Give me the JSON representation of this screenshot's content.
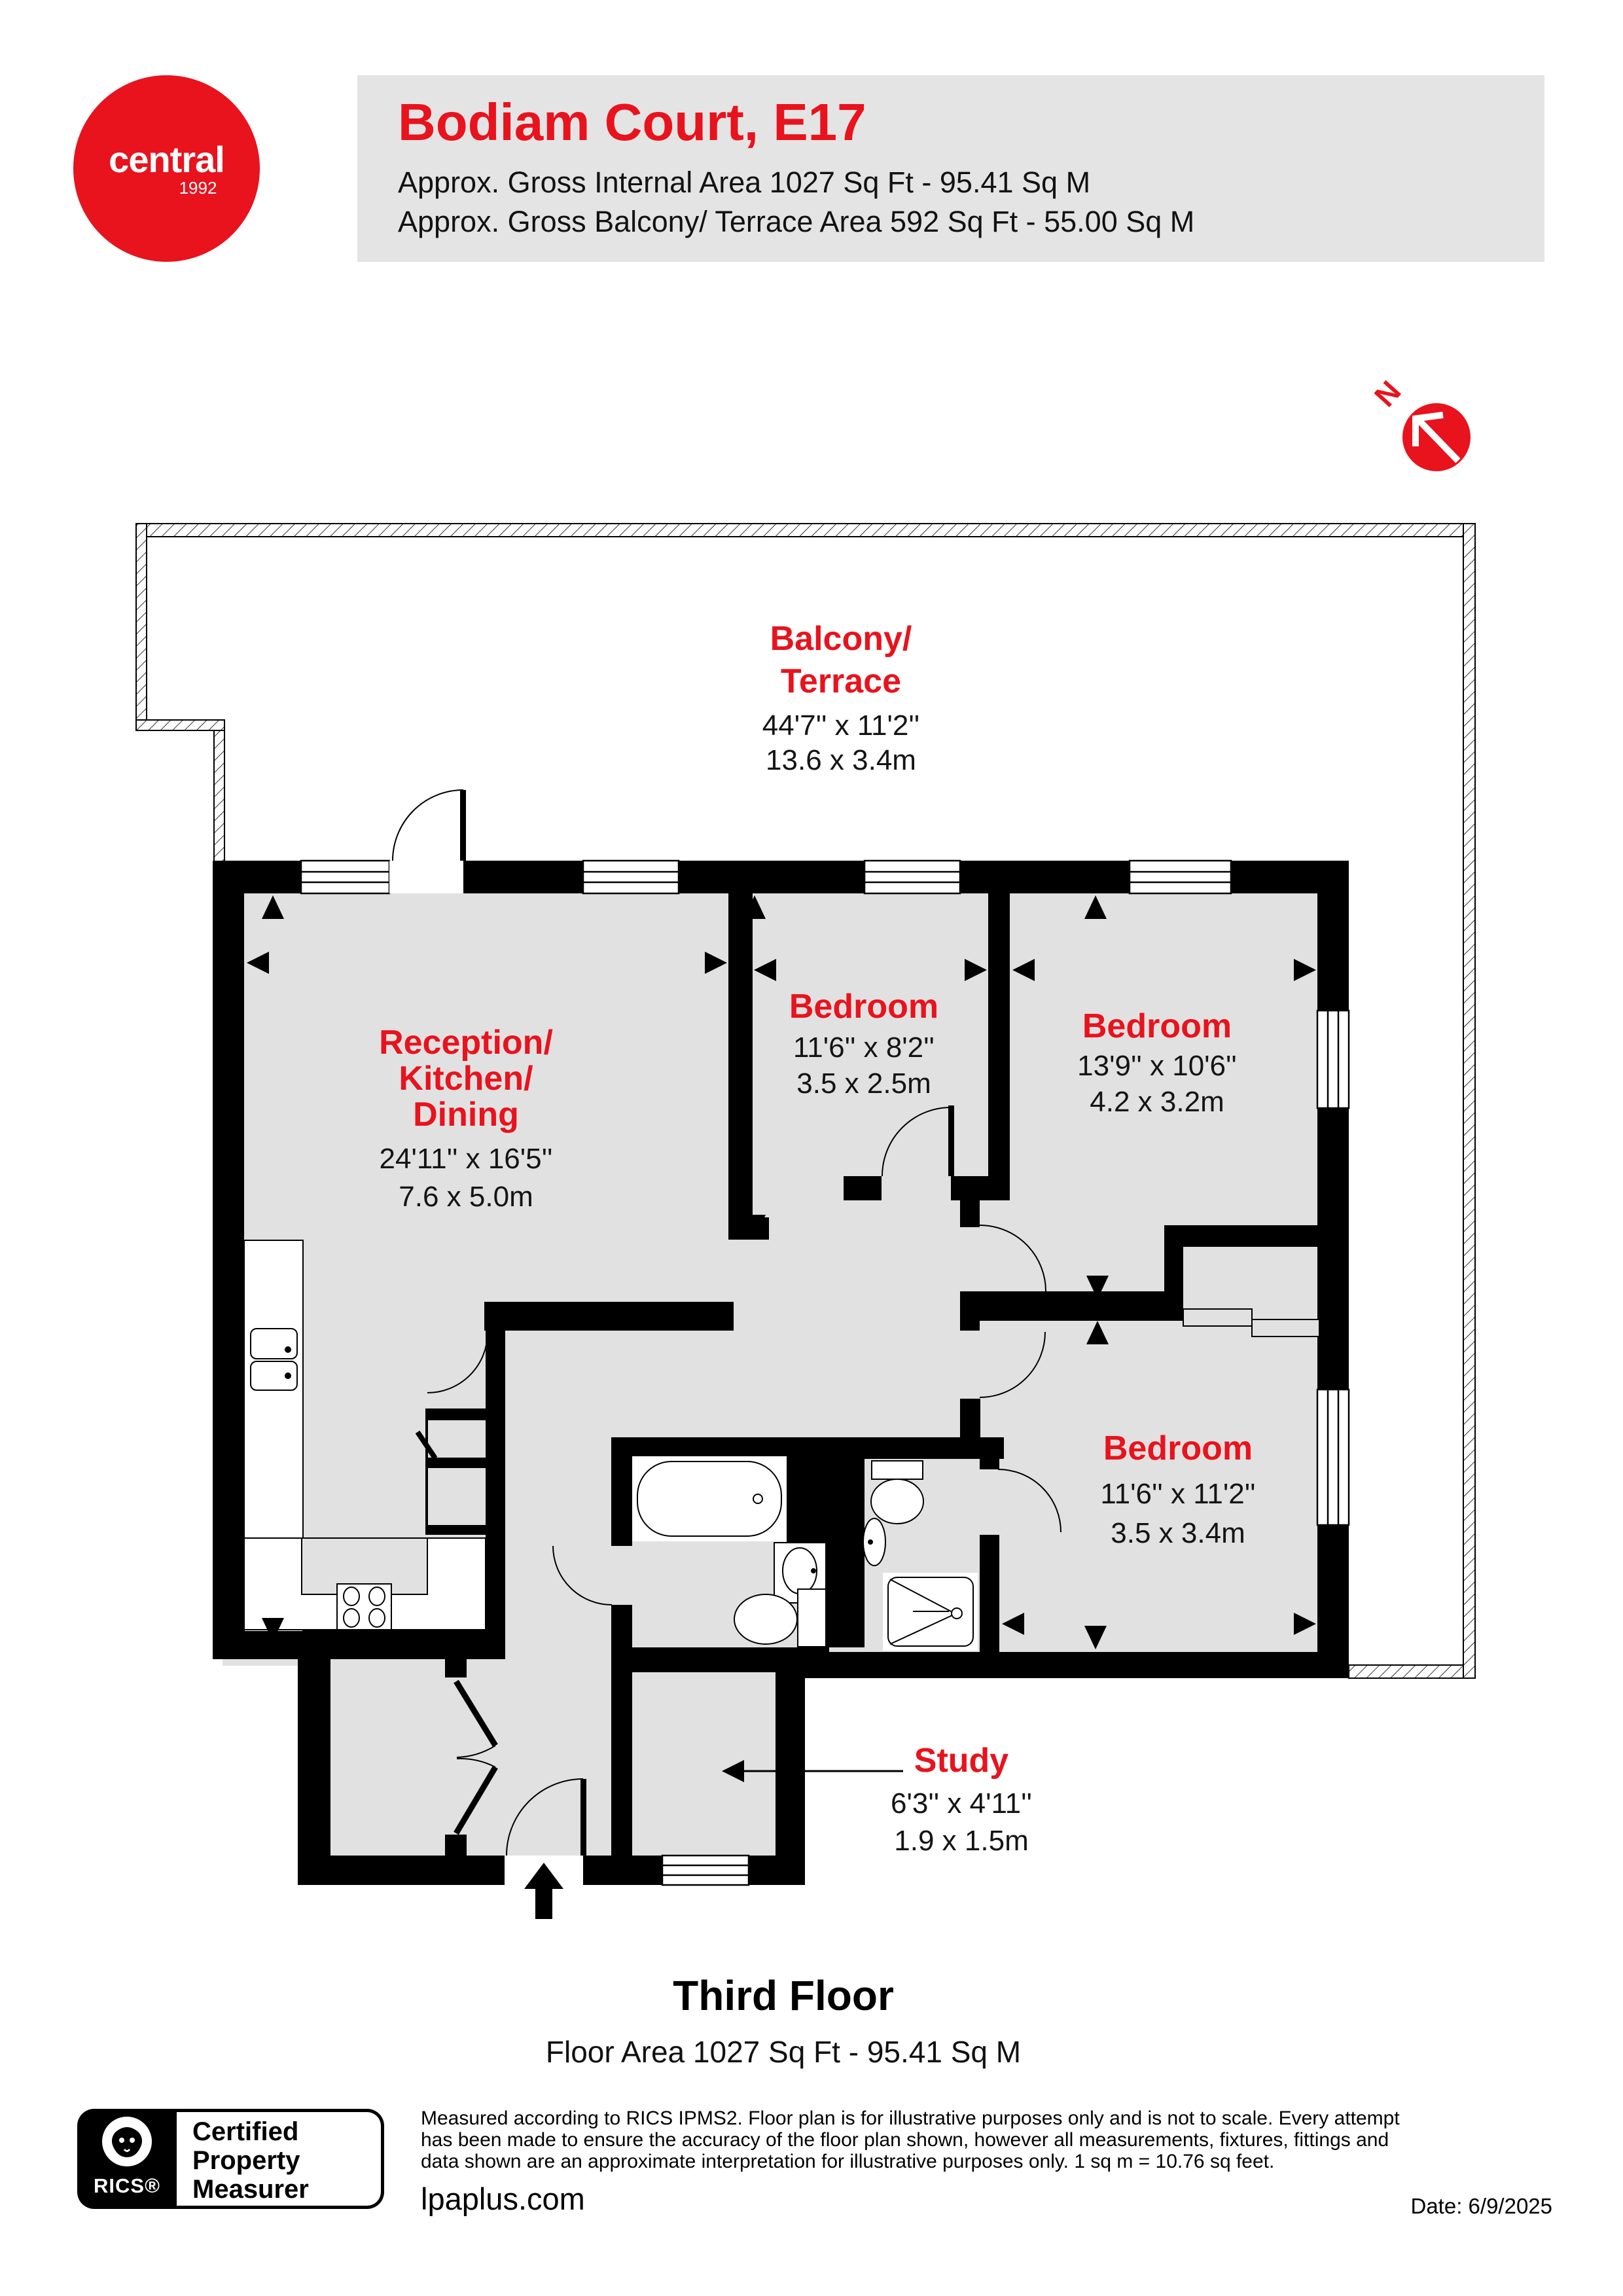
{
  "header": {
    "logo_brand": "central",
    "logo_year": "1992",
    "title": "Bodiam Court, E17",
    "subtitle1": "Approx. Gross Internal Area 1027 Sq Ft - 95.41 Sq M",
    "subtitle2": "Approx. Gross Balcony/ Terrace Area 592 Sq Ft - 55.00 Sq M"
  },
  "compass": {
    "north_label": "N"
  },
  "rooms": [
    {
      "id": "balcony",
      "name_line1": "Balcony/",
      "name_line2": "Terrace",
      "dim_imperial": "44'7'' x 11'2''",
      "dim_metric": "13.6 x 3.4m"
    },
    {
      "id": "reception",
      "name_line1": "Reception/",
      "name_line2": "Kitchen/",
      "name_line3": "Dining",
      "dim_imperial": "24'11'' x 16'5''",
      "dim_metric": "7.6 x 5.0m"
    },
    {
      "id": "bedroom-1",
      "name": "Bedroom",
      "dim_imperial": "11'6'' x 8'2''",
      "dim_metric": "3.5 x 2.5m"
    },
    {
      "id": "bedroom-2",
      "name": "Bedroom",
      "dim_imperial": "13'9'' x 10'6''",
      "dim_metric": "4.2 x 3.2m"
    },
    {
      "id": "bedroom-3",
      "name": "Bedroom",
      "dim_imperial": "11'6'' x 11'2''",
      "dim_metric": "3.5 x 3.4m"
    },
    {
      "id": "study",
      "name": "Study",
      "dim_imperial": "6'3'' x 4'11''",
      "dim_metric": "1.9 x 1.5m"
    }
  ],
  "footer": {
    "floor_name": "Third Floor",
    "floor_area": "Floor Area 1027 Sq Ft - 95.41 Sq M",
    "badge_org": "RICS®",
    "badge_line1": "Certified",
    "badge_line2": "Property",
    "badge_line3": "Measurer",
    "disclaimer_line1": "Measured according to RICS IPMS2. Floor plan is for illustrative purposes only and is not to scale. Every attempt",
    "disclaimer_line2": "has been made to ensure the accuracy of the floor plan shown, however all measurements, fixtures, fittings and",
    "disclaimer_line3": "data shown are an approximate interpretation for illustrative purposes only. 1 sq m = 10.76 sq feet.",
    "website": "lpaplus.com",
    "date": "Date: 6/9/2025"
  },
  "colors": {
    "accent": "#e8131d",
    "wall": "#000000",
    "floor": "#e1e1e1",
    "band": "#e4e4e4"
  }
}
